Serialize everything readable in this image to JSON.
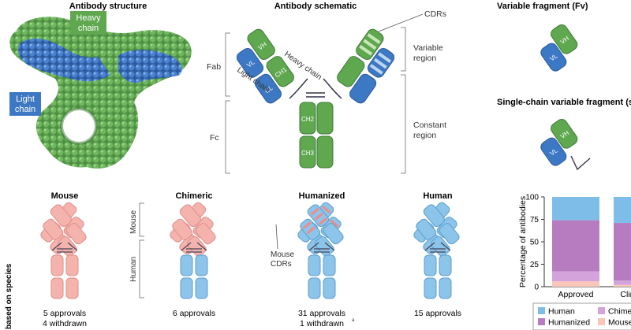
{
  "titles": {
    "structure": "Antibody structure",
    "schematic": "Antibody schematic",
    "fv": "Variable fragment (Fv)",
    "scfv": "Single-chain variable fragment (scF"
  },
  "structure_labels": {
    "heavy_1": "Heavy",
    "heavy_2": "chain",
    "light_1": "Light",
    "light_2": "chain"
  },
  "schematic": {
    "fab": "Fab",
    "fc": "Fc",
    "heavy_chain": "Heavy chain",
    "light_chain": "Light chain",
    "cdrs": "CDRs",
    "variable_1": "Variable",
    "variable_2": "region",
    "constant_1": "Constant",
    "constant_2": "region",
    "vh": "VH",
    "vl": "VL",
    "ch1": "CH1",
    "cl": "CL",
    "ch2": "CH2",
    "ch3": "CH3"
  },
  "side_label": "based on species",
  "species": [
    {
      "name": "Mouse",
      "line1": "5 approvals",
      "line2": "4 withdrawn"
    },
    {
      "name": "Chimeric",
      "line1": "6 approvals",
      "line2": ""
    },
    {
      "name": "Humanized",
      "line1": "31 approvals",
      "line2": "1 withdrawn"
    },
    {
      "name": "Human",
      "line1": "15 approvals",
      "line2": ""
    }
  ],
  "chimeric_labels": {
    "mouse": "Mouse",
    "human": "Human"
  },
  "humanized_labels": {
    "l1": "Mouse",
    "l2": "CDRs",
    "footnote": "a"
  },
  "colors": {
    "green": "#5fa84f",
    "blue": "#3d78c4",
    "pink": "#f5b3ad",
    "lightblue": "#7db8e3",
    "purple": "#b77cc0"
  },
  "chart_data": {
    "type": "bar",
    "stacked": true,
    "ylabel": "Percentage of antibodies",
    "ylim": [
      0,
      100
    ],
    "yticks": [
      "0",
      "25",
      "50",
      "75",
      "100"
    ],
    "categories": [
      "Approved",
      "Clinical tr"
    ],
    "series": [
      {
        "name": "Mouse",
        "color": "#f9c6b9",
        "values": [
          6,
          2
        ]
      },
      {
        "name": "Chimer",
        "color": "#d4a3dc",
        "values": [
          11,
          5
        ]
      },
      {
        "name": "Humanized",
        "color": "#b77cc0",
        "values": [
          57,
          64
        ]
      },
      {
        "name": "Human",
        "color": "#7fbde9",
        "values": [
          26,
          29
        ]
      }
    ],
    "legend_order": [
      "Human",
      "Chimer",
      "Humanized",
      "Mouse"
    ]
  }
}
